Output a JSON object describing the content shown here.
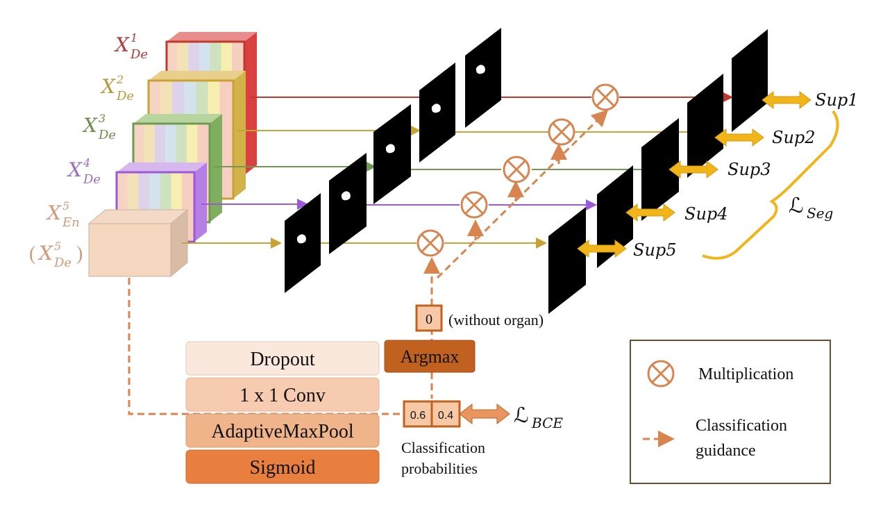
{
  "feature_labels": [
    {
      "base": "X",
      "sup": "1",
      "sub": "De",
      "color": "#b23a3a"
    },
    {
      "base": "X",
      "sup": "2",
      "sub": "De",
      "color": "#b59a3c"
    },
    {
      "base": "X",
      "sup": "3",
      "sub": "De",
      "color": "#6f8c4f"
    },
    {
      "base": "X",
      "sup": "4",
      "sub": "De",
      "color": "#9b6fc0"
    },
    {
      "base": "X",
      "sup": "5",
      "sub": "En",
      "color": "#d09a7a"
    }
  ],
  "feature_label_5b": {
    "open": "(",
    "base": "X",
    "sup": "5",
    "sub": "De",
    "close": ")",
    "color": "#d09a7a"
  },
  "sup_labels": [
    "Sup1",
    "Sup2",
    "Sup3",
    "Sup4",
    "Sup5"
  ],
  "seg_loss": {
    "script": "ℒ",
    "sub": "Seg"
  },
  "bce_loss": {
    "script": "ℒ",
    "sub": "BCE"
  },
  "cgm_layers": [
    "Dropout",
    "1 x 1 Conv",
    "AdaptiveMaxPool",
    "Sigmoid"
  ],
  "argmax_label": "Argmax",
  "result_value": "0",
  "result_note": "(without organ)",
  "probabilities": [
    "0.6",
    "0.4"
  ],
  "probabilities_caption": [
    "Classification",
    "probabilities"
  ],
  "legend": {
    "multiplication": "Multiplication",
    "guidance": [
      "Classification",
      "guidance"
    ]
  },
  "colors": {
    "red": "#c0392b",
    "gold": "#c9a233",
    "green": "#6f9a52",
    "purple": "#9b59d6",
    "peach": "#f4d7bf",
    "orange_dark": "#c0611f",
    "orange_mid": "#e8955f",
    "arrow_yellow": "#f1b51a",
    "dash": "#d8844e"
  }
}
